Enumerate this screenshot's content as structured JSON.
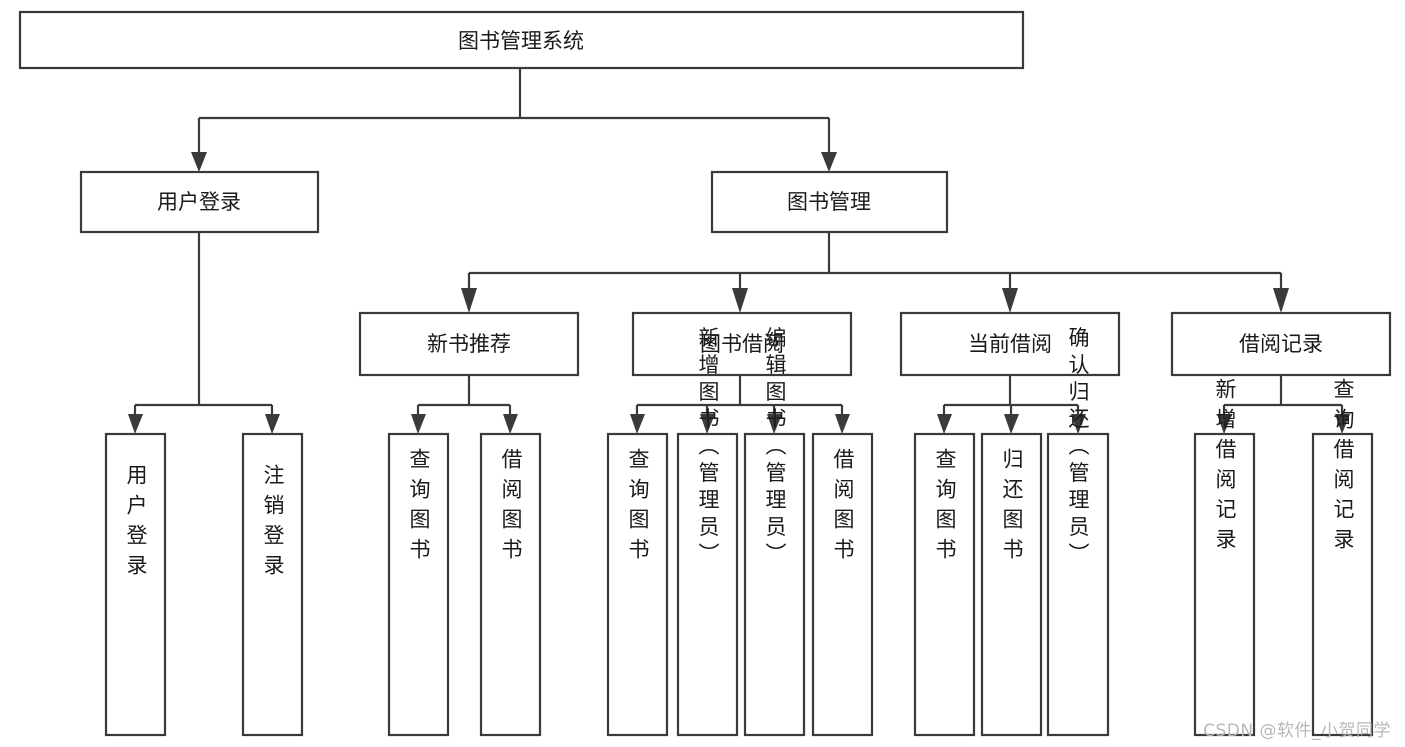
{
  "diagram": {
    "type": "tree",
    "title_node": "图书管理系统",
    "watermark": "CSDN @软件_小贺同学",
    "colors": {
      "box_stroke": "#3a3a3a",
      "box_fill": "#ffffff",
      "text": "#1a1a1a",
      "watermark": "#b8b8b8",
      "background": "#ffffff"
    },
    "nodes": {
      "root": {
        "label": "图书管理系统"
      },
      "level2": [
        {
          "label": "用户登录"
        },
        {
          "label": "图书管理"
        }
      ],
      "level3": [
        {
          "label": "新书推荐"
        },
        {
          "label": "图书借阅"
        },
        {
          "label": "当前借阅"
        },
        {
          "label": "借阅记录"
        }
      ],
      "leaves_user_login": [
        {
          "label": "用户登录"
        },
        {
          "label": "注销登录"
        }
      ],
      "leaves_new_book": [
        {
          "label": "查询图书"
        },
        {
          "label": "借阅图书"
        }
      ],
      "leaves_borrow": [
        {
          "label": "查询图书"
        },
        {
          "label": "新增图书（管理员）"
        },
        {
          "label": "编辑图书（管理员）"
        },
        {
          "label": "借阅图书"
        }
      ],
      "leaves_current": [
        {
          "label": "查询图书"
        },
        {
          "label": "归还图书"
        },
        {
          "label": "确认归还（管理员）"
        }
      ],
      "leaves_records": [
        {
          "label": "新增借阅记录"
        },
        {
          "label": "查询借阅记录"
        }
      ]
    }
  }
}
